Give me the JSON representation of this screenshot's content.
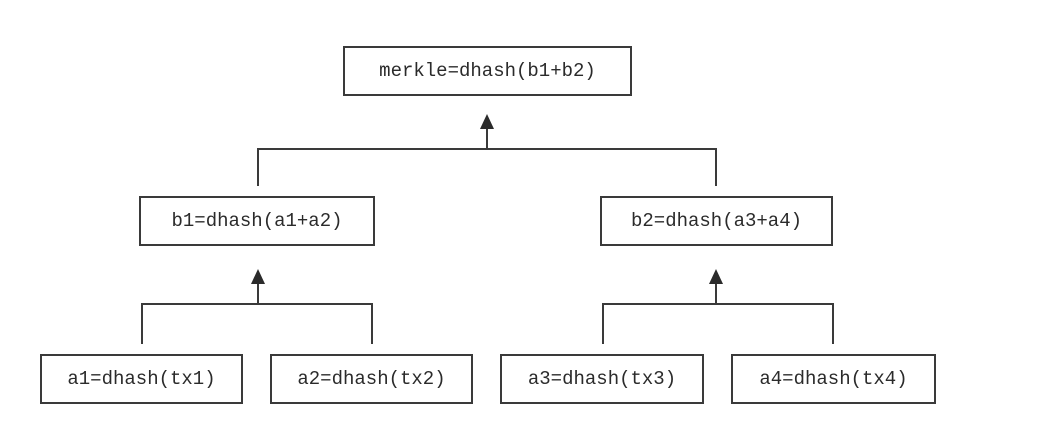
{
  "diagram": {
    "root": {
      "label": "merkle=dhash(b1+b2)"
    },
    "level1": [
      {
        "label": "b1=dhash(a1+a2)"
      },
      {
        "label": "b2=dhash(a3+a4)"
      }
    ],
    "leaves": [
      {
        "label": "a1=dhash(tx1)"
      },
      {
        "label": "a2=dhash(tx2)"
      },
      {
        "label": "a3=dhash(tx3)"
      },
      {
        "label": "a4=dhash(tx4)"
      }
    ],
    "colors": {
      "stroke": "#3a3a3a",
      "text": "#2b2b2b",
      "background": "#ffffff"
    }
  }
}
